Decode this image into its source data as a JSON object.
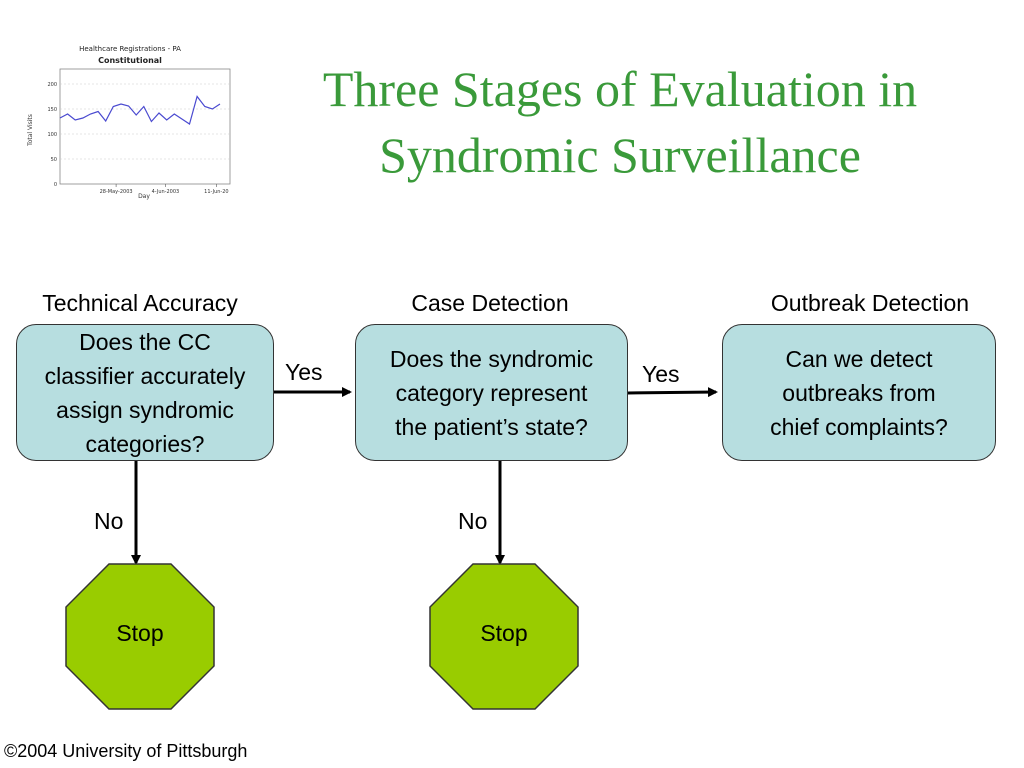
{
  "slide": {
    "title_line1": "Three Stages of Evaluation in",
    "title_line2": "Syndromic Surveillance",
    "footer": "©2004 University of Pittsburgh"
  },
  "thumbnail": {
    "title": "Healthcare Registrations - PA",
    "subtitle": "Constitutional",
    "ylabel": "Total Visits",
    "xlabel": "Day",
    "yticks": [
      "0",
      "50",
      "100",
      "150",
      "200"
    ],
    "xticks": [
      "28-May-2003",
      "4-Jun-2003",
      "11-Jun-20"
    ],
    "series_color": "#4a4ad0",
    "values": [
      132,
      140,
      128,
      132,
      140,
      145,
      126,
      155,
      160,
      156,
      138,
      155,
      125,
      142,
      128,
      140,
      130,
      120,
      175,
      155,
      150,
      160
    ]
  },
  "stages": [
    {
      "heading": "Technical Accuracy",
      "question": "Does the CC\nclassifier accurately\nassign syndromic\ncategories?"
    },
    {
      "heading": "Case Detection",
      "question": "Does the syndromic\ncategory represent\nthe patient’s state?"
    },
    {
      "heading": "Outbreak Detection",
      "question": "Can we detect\noutbreaks from\nchief complaints?"
    }
  ],
  "edges": {
    "yes1": "Yes",
    "yes2": "Yes",
    "no1": "No",
    "no2": "No"
  },
  "stops": [
    {
      "label": "Stop"
    },
    {
      "label": "Stop"
    }
  ],
  "colors": {
    "title": "#3a9a3a",
    "box_fill": "#b7dee0",
    "stop_fill": "#99cc00"
  }
}
